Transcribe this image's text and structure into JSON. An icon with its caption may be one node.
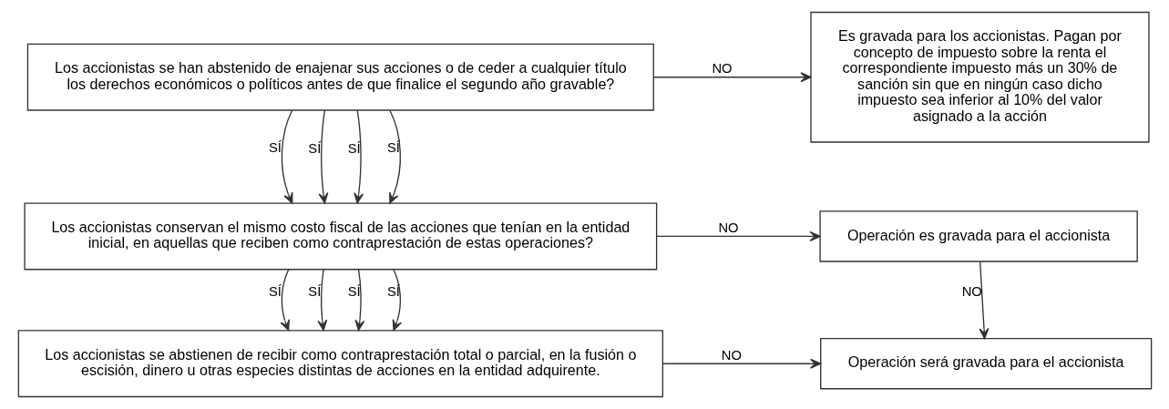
{
  "diagram": {
    "nodes": [
      {
        "text": [
          "Los accionistas se han abstenido de enajenar sus acciones o de ceder a cualquier título los derechos económicos o políticos antes de que finalice el segundo año gravable?"
        ]
      },
      {
        "text": [
          "Es gravada para los accionistas. Pagan por concepto de impuesto sobre la renta el correspondiente impuesto más un 30% de sanción sin que en ningún caso dicho impuesto sea inferior al 10% del valor asignado a la acción"
        ]
      },
      {
        "text": [
          "Los accionistas conservan el mismo costo fiscal de las acciones que tenían en la entidad inicial, en aquellas que reciben como contraprestación de estas operaciones?"
        ]
      },
      {
        "text": [
          "Operación es gravada para el accionista"
        ]
      },
      {
        "text": [
          "Los accionistas se abstienen de recibir como contraprestación total o parcial, en la fusión o escisión, dinero u otras especies distintas de acciones en la entidad adquirente."
        ]
      },
      {
        "text": [
          "Operación será gravada para el accionista"
        ]
      }
    ],
    "edges": [
      {
        "from": 0,
        "to": 1,
        "arrow": "to",
        "label": "NO"
      },
      {
        "from": 0,
        "to": 2,
        "arrow": "to",
        "label": "SÍ"
      },
      {
        "from": 0,
        "to": 2,
        "arrow": "to",
        "label": "SÍ"
      },
      {
        "from": 0,
        "to": 2,
        "arrow": "to",
        "label": "SÍ"
      },
      {
        "from": 0,
        "to": 2,
        "arrow": "to",
        "label": "SÍ"
      },
      {
        "from": 2,
        "to": 3,
        "arrow": "to",
        "label": "NO"
      },
      {
        "from": 2,
        "to": 4,
        "arrow": "to",
        "label": "SÍ"
      },
      {
        "from": 2,
        "to": 4,
        "arrow": "to",
        "label": "SÍ"
      },
      {
        "from": 2,
        "to": 4,
        "arrow": "to",
        "label": "SÍ"
      },
      {
        "from": 2,
        "to": 4,
        "arrow": "to",
        "label": "SÍ"
      },
      {
        "from": 3,
        "to": 5,
        "arrow": "to",
        "label": "NO"
      },
      {
        "from": 4,
        "to": 5,
        "arrow": "to",
        "label": "NO"
      }
    ]
  }
}
